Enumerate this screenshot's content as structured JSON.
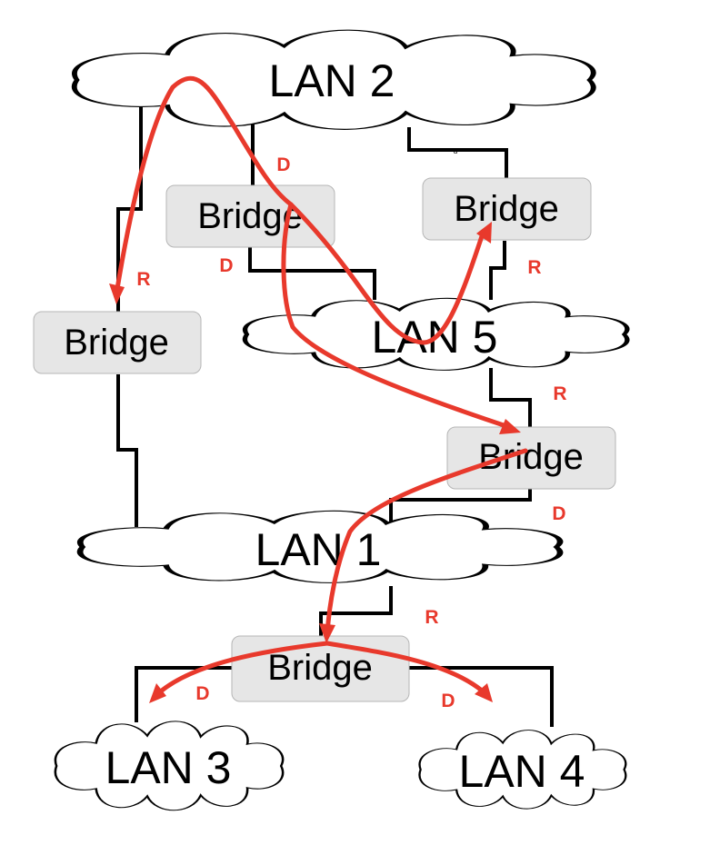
{
  "lans": [
    {
      "label": "LAN 2"
    },
    {
      "label": "LAN 5"
    },
    {
      "label": "LAN 1"
    },
    {
      "label": "LAN 3"
    },
    {
      "label": "LAN 4"
    }
  ],
  "bridges": [
    {
      "label": "Bridge"
    },
    {
      "label": "Bridge"
    },
    {
      "label": "Bridge"
    },
    {
      "label": "Bridge"
    },
    {
      "label": "Bridge"
    }
  ],
  "port_labels": [
    {
      "label": "D"
    },
    {
      "label": "D"
    },
    {
      "label": "R"
    },
    {
      "label": "R"
    },
    {
      "label": "R"
    },
    {
      "label": "D"
    },
    {
      "label": "R"
    },
    {
      "label": "D"
    },
    {
      "label": "D"
    }
  ],
  "small_label": "d",
  "colors": {
    "path": "#e8392c",
    "bridge_fill": "#e6e6e6",
    "wire": "#000000"
  }
}
